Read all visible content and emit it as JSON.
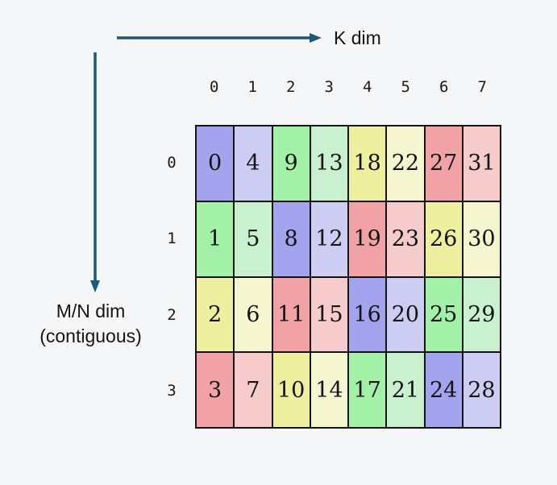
{
  "canvas": {
    "background": "#f5f6f7"
  },
  "arrows": {
    "color": "#1b5a77"
  },
  "labels": {
    "k_dim": "K dim",
    "mn_dim_line1": "M/N dim",
    "mn_dim_line2": "(contiguous)"
  },
  "matrix": {
    "border_color": "#141414",
    "col_headers": [
      "0",
      "1",
      "2",
      "3",
      "4",
      "5",
      "6",
      "7"
    ],
    "row_headers": [
      "0",
      "1",
      "2",
      "3"
    ],
    "palette": {
      "purple": "#a3a3ee",
      "purple_light": "#cdcdf3",
      "green": "#a3f0a8",
      "green_light": "#c9f0cf",
      "yellow": "#efefa0",
      "yellow_light": "#f5f5cf",
      "red": "#f1a2a6",
      "red_light": "#f6cbcb"
    },
    "rows": [
      {
        "cells": [
          {
            "value": "0",
            "color": "purple"
          },
          {
            "value": "4",
            "color": "purple_light"
          },
          {
            "value": "9",
            "color": "green"
          },
          {
            "value": "13",
            "color": "green_light"
          },
          {
            "value": "18",
            "color": "yellow"
          },
          {
            "value": "22",
            "color": "yellow_light"
          },
          {
            "value": "27",
            "color": "red"
          },
          {
            "value": "31",
            "color": "red_light"
          }
        ]
      },
      {
        "cells": [
          {
            "value": "1",
            "color": "green"
          },
          {
            "value": "5",
            "color": "green_light"
          },
          {
            "value": "8",
            "color": "purple"
          },
          {
            "value": "12",
            "color": "purple_light"
          },
          {
            "value": "19",
            "color": "red"
          },
          {
            "value": "23",
            "color": "red_light"
          },
          {
            "value": "26",
            "color": "yellow"
          },
          {
            "value": "30",
            "color": "yellow_light"
          }
        ]
      },
      {
        "cells": [
          {
            "value": "2",
            "color": "yellow"
          },
          {
            "value": "6",
            "color": "yellow_light"
          },
          {
            "value": "11",
            "color": "red"
          },
          {
            "value": "15",
            "color": "red_light"
          },
          {
            "value": "16",
            "color": "purple"
          },
          {
            "value": "20",
            "color": "purple_light"
          },
          {
            "value": "25",
            "color": "green"
          },
          {
            "value": "29",
            "color": "green_light"
          }
        ]
      },
      {
        "cells": [
          {
            "value": "3",
            "color": "red"
          },
          {
            "value": "7",
            "color": "red_light"
          },
          {
            "value": "10",
            "color": "yellow"
          },
          {
            "value": "14",
            "color": "yellow_light"
          },
          {
            "value": "17",
            "color": "green"
          },
          {
            "value": "21",
            "color": "green_light"
          },
          {
            "value": "24",
            "color": "purple"
          },
          {
            "value": "28",
            "color": "purple_light"
          }
        ]
      }
    ]
  }
}
